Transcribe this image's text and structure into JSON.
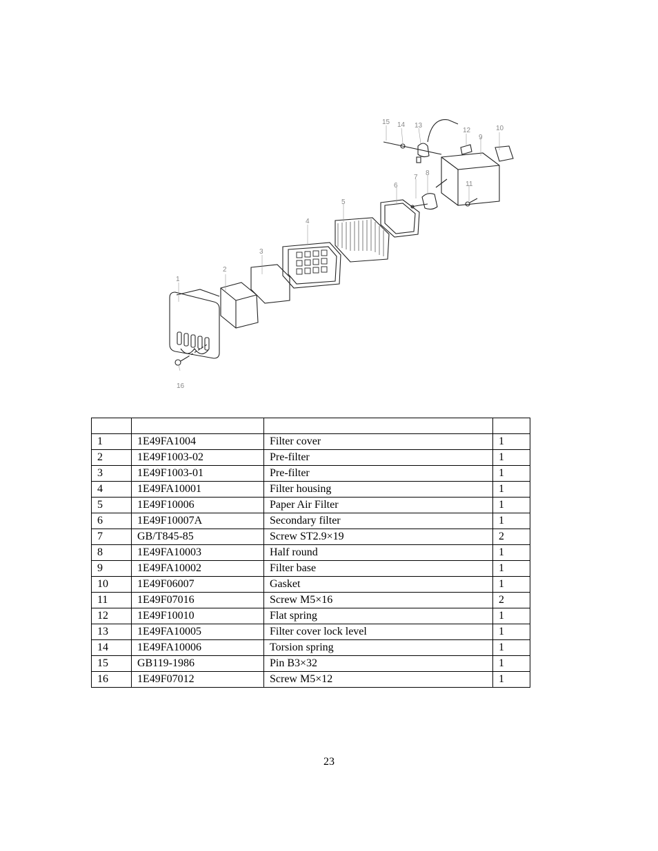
{
  "diagram": {
    "callouts": [
      "1",
      "2",
      "3",
      "4",
      "5",
      "6",
      "7",
      "8",
      "9",
      "10",
      "11",
      "12",
      "13",
      "14",
      "15",
      "16"
    ]
  },
  "table": {
    "header": [
      "",
      "",
      "",
      ""
    ],
    "rows": [
      [
        "1",
        "1E49FA1004",
        "Filter cover",
        "1"
      ],
      [
        "2",
        "1E49F1003-02",
        "Pre-filter",
        "1"
      ],
      [
        "3",
        "1E49F1003-01",
        "Pre-filter",
        "1"
      ],
      [
        "4",
        "1E49FA10001",
        "Filter housing",
        "1"
      ],
      [
        "5",
        "1E49F10006",
        "Paper Air Filter",
        "1"
      ],
      [
        "6",
        "1E49F10007A",
        "Secondary filter",
        "1"
      ],
      [
        "7",
        "GB/T845-85",
        "Screw ST2.9×19",
        "2"
      ],
      [
        "8",
        "1E49FA10003",
        "Half round",
        "1"
      ],
      [
        "9",
        "1E49FA10002",
        "Filter base",
        "1"
      ],
      [
        "10",
        "1E49F06007",
        "Gasket",
        "1"
      ],
      [
        "11",
        "1E49F07016",
        "Screw M5×16",
        "2"
      ],
      [
        "12",
        "1E49F10010",
        "Flat spring",
        "1"
      ],
      [
        "13",
        "1E49FA10005",
        "Filter cover lock level",
        "1"
      ],
      [
        "14",
        "1E49FA10006",
        "Torsion spring",
        "1"
      ],
      [
        "15",
        " GB119-1986",
        "Pin B3×32",
        "1"
      ],
      [
        "16",
        "1E49F07012",
        "Screw M5×12",
        "1"
      ]
    ]
  },
  "page_number": "23"
}
